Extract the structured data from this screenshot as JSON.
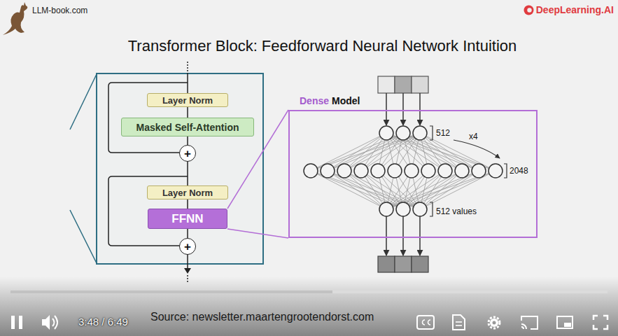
{
  "diagram": {
    "title": "Transformer Block: Feedforward Neural Network Intuition",
    "caption": "Source: newsletter.maartengrootendorst.com",
    "nodes": [
      {
        "text": [
          "Layer Norm"
        ]
      },
      {
        "text": [
          "Masked Self-Attention"
        ]
      },
      {
        "text": [
          "+"
        ]
      },
      {
        "text": [
          "Layer Norm"
        ]
      },
      {
        "text": [
          "FFNN"
        ]
      },
      {
        "text": [
          "+"
        ]
      },
      {
        "text": [
          "Dense",
          "Model"
        ]
      }
    ],
    "edges": [
      {
        "from": 0,
        "to": 1,
        "arrow": "none"
      },
      {
        "from": 1,
        "to": 2,
        "arrow": "none"
      },
      {
        "from": 2,
        "to": 3,
        "arrow": "none"
      },
      {
        "from": 3,
        "to": 4,
        "arrow": "none"
      },
      {
        "from": 4,
        "to": 5,
        "arrow": "none"
      },
      {
        "from": 4,
        "to": 6,
        "arrow": "none"
      },
      {
        "from": 4,
        "to": 6,
        "arrow": "none"
      }
    ],
    "labels": [
      "LLM-book.com",
      "DeepLearning.AI",
      "512",
      "x4",
      "2048",
      "512 values",
      "3:48 / 6:49"
    ]
  }
}
